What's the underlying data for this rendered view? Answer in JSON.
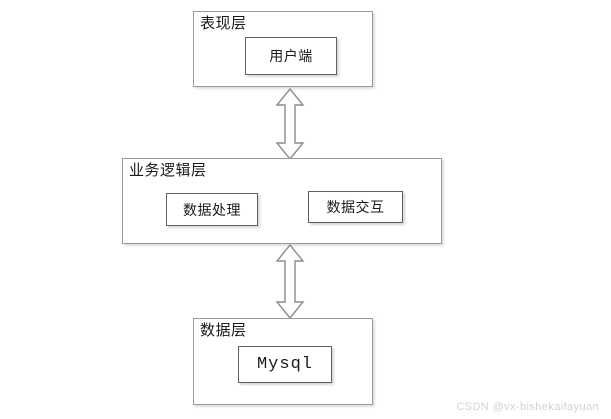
{
  "diagram": {
    "type": "three-tier-architecture",
    "title": "",
    "background_color": "#ffffff",
    "box_border_color": "#9a9a9a",
    "node_border_color": "#606060",
    "arrow_fill_color": "#ffffff",
    "arrow_stroke_color": "#8c8c8c",
    "layers": [
      {
        "id": "presentation",
        "title": "表现层",
        "nodes": [
          {
            "id": "client",
            "label": "用户端"
          }
        ]
      },
      {
        "id": "business",
        "title": "业务逻辑层",
        "nodes": [
          {
            "id": "data-process",
            "label": "数据处理"
          },
          {
            "id": "data-exchange",
            "label": "数据交互"
          }
        ]
      },
      {
        "id": "data",
        "title": "数据层",
        "nodes": [
          {
            "id": "mysql",
            "label": "Mysql"
          }
        ]
      }
    ],
    "connectors": [
      {
        "id": "presentation-business",
        "direction": "bidirectional",
        "style": "hollow-block-arrow"
      },
      {
        "id": "business-data",
        "direction": "bidirectional",
        "style": "hollow-block-arrow"
      }
    ]
  },
  "watermark": {
    "text": "CSDN @vx-bishekaifayuan"
  }
}
